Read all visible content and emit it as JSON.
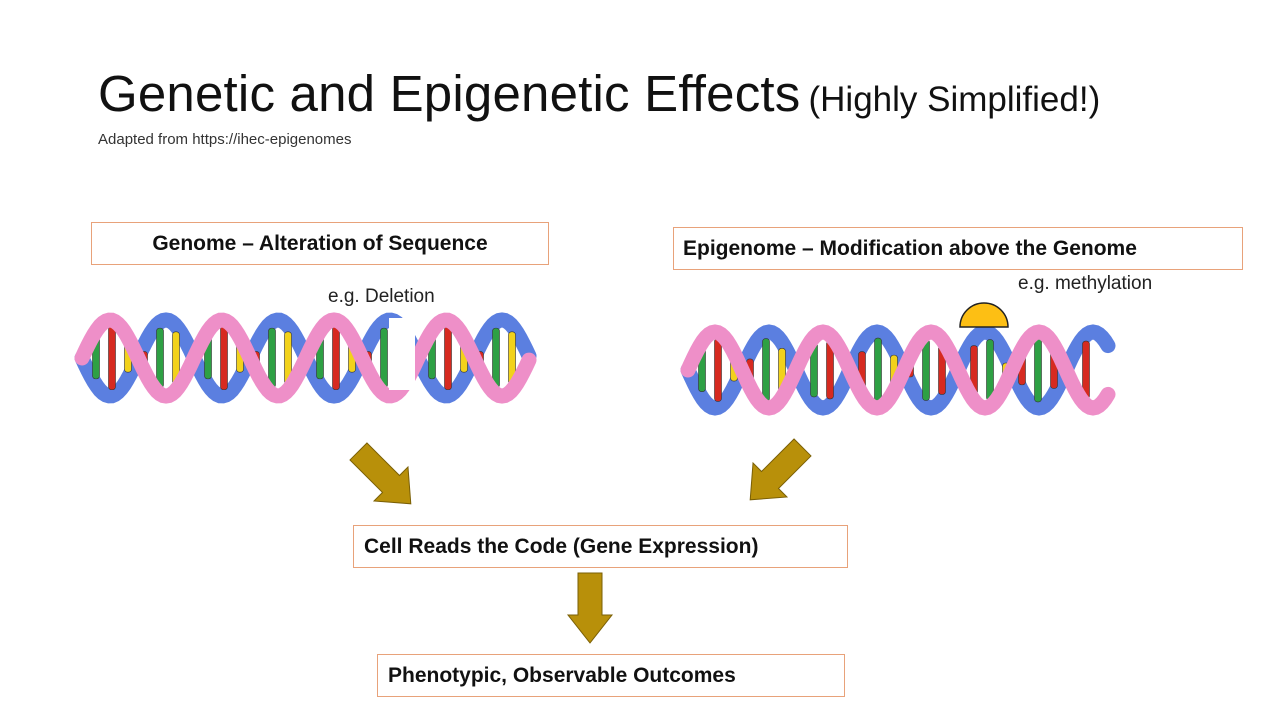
{
  "slide": {
    "title": "Genetic and Epigenetic Effects",
    "subtitle": "(Highly Simplified!)",
    "source": "Adapted from https://ihec-epigenomes"
  },
  "boxes": {
    "genome": "Genome – Alteration of Sequence",
    "epigenome": "Epigenome – Modification above the Genome",
    "cell": "Cell Reads the Code (Gene Expression)",
    "outcome": "Phenotypic, Observable  Outcomes"
  },
  "notes": {
    "deletion": "e.g. Deletion",
    "methylation": "e.g. methylation"
  },
  "colors": {
    "box_border": "#e8a27a",
    "arrow": "#b8900a",
    "strand_blue": "#5b7fe0",
    "strand_pink": "#ee8fc8",
    "methyl_cap": "#fdbf14",
    "base_red": "#d62a20",
    "base_green": "#2ea044",
    "base_yellow": "#f2d21b"
  }
}
